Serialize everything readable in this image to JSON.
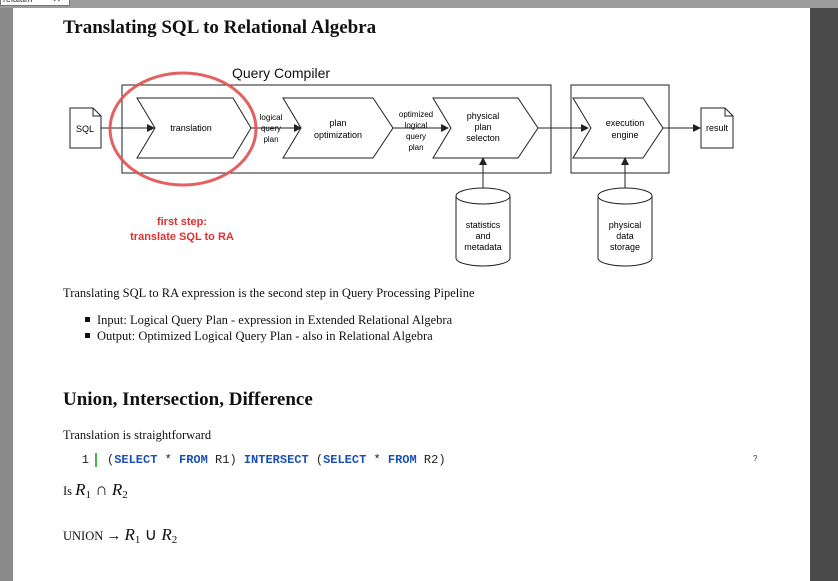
{
  "tab": {
    "label": "relalam",
    "close": "✕"
  },
  "section1": {
    "title": "Translating SQL to Relational Algebra",
    "intro": "Translating SQL to RA expression is the second step in Query Processing Pipeline",
    "bullets": [
      "Input: Logical Query Plan - expression in Extended Relational Algebra",
      "Output: Optimized Logical Query Plan - also in Relational Algebra"
    ]
  },
  "diagram": {
    "title": "Query Compiler",
    "sql": "SQL",
    "translation": "translation",
    "logical_plan": [
      "logical",
      "query",
      "plan"
    ],
    "plan_opt": [
      "plan",
      "optimization"
    ],
    "optimized_plan": [
      "optimized",
      "logical",
      "query",
      "plan"
    ],
    "physical_sel": [
      "physical",
      "plan",
      "selecton"
    ],
    "exec": [
      "execution",
      "engine"
    ],
    "result": "result",
    "stats": [
      "statistics",
      "and",
      "metadata"
    ],
    "storage": [
      "physical",
      "data",
      "storage"
    ],
    "annotation": [
      "first step:",
      "translate SQL to RA"
    ],
    "colors": {
      "highlight": "#e05050",
      "annotation_text": "#e03030",
      "stroke": "#222222"
    }
  },
  "section2": {
    "title": "Union, Intersection, Difference",
    "intro": "Translation is straightforward",
    "code_line_number": "1",
    "code": {
      "t1": "(",
      "k1": "SELECT",
      "t2": " * ",
      "k2": "FROM",
      "t3": " R1) ",
      "k3": "INTERSECT",
      "t4": " (",
      "k4": "SELECT",
      "t5": " * ",
      "k5": "FROM",
      "t6": " R2)"
    },
    "is_label": "Is",
    "union_label": "UNION",
    "arrow": "→",
    "r": "R",
    "sub1": "1",
    "sub2": "2",
    "cap": "∩",
    "cup": "∪",
    "stray": "?"
  }
}
